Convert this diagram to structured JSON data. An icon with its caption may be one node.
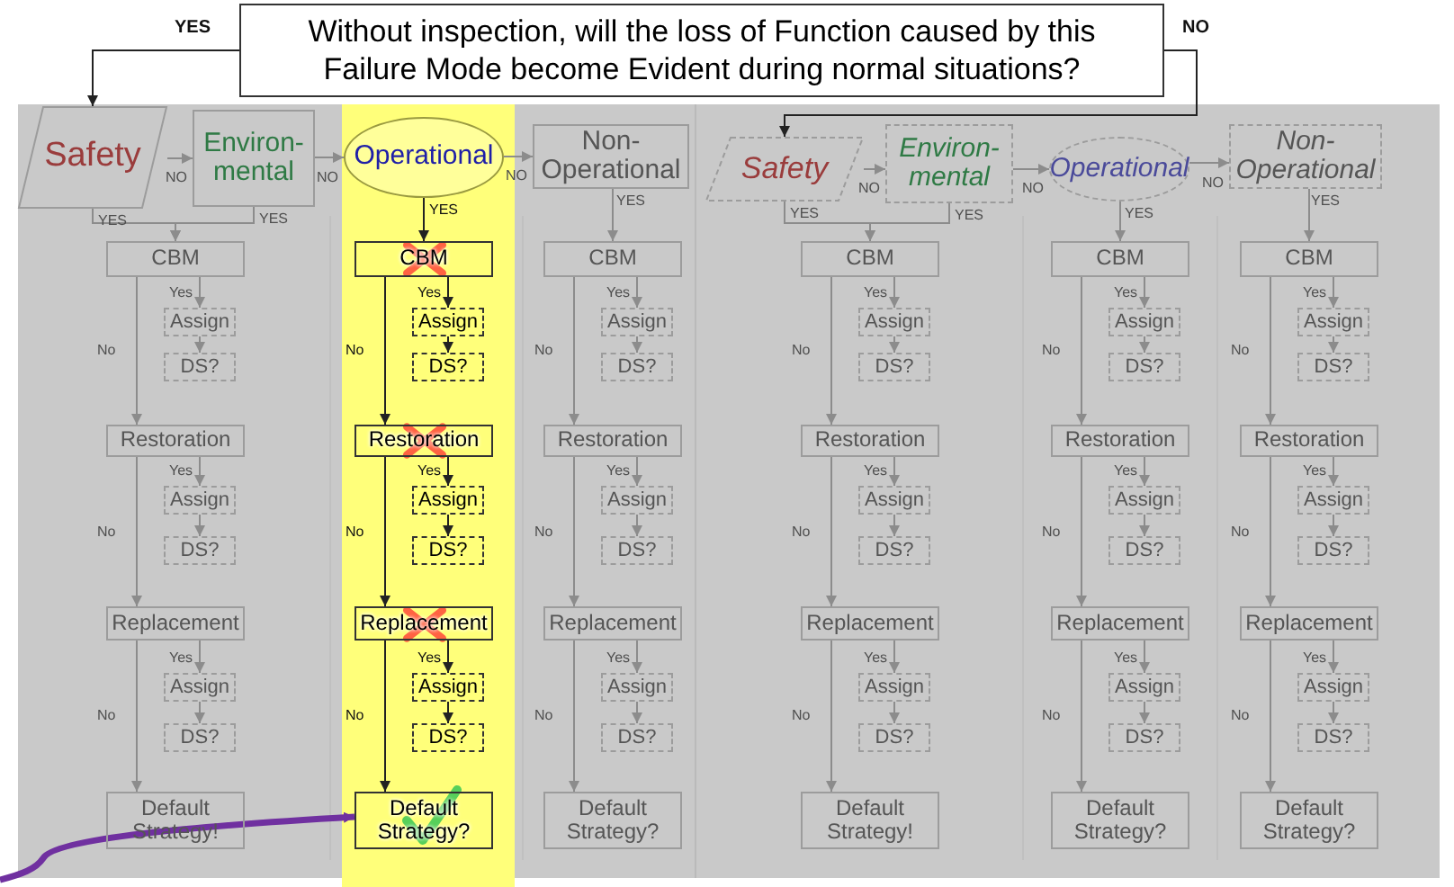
{
  "diagram": {
    "nodes": [
      {
        "text": [
          "Without inspection, will the loss of Function caused by this Failure Mode become Evident during normal situations?"
        ]
      },
      {
        "text": [
          "Safety"
        ]
      },
      {
        "text": [
          "Environ- mental"
        ]
      },
      {
        "text": [
          "Operational"
        ]
      },
      {
        "text": [
          "Non- Operational"
        ]
      },
      {
        "text": [
          "Safety"
        ]
      },
      {
        "text": [
          "Environ- mental"
        ]
      },
      {
        "text": [
          "Operational"
        ]
      },
      {
        "text": [
          "Non- Operational"
        ]
      },
      {
        "text": [
          "CBM"
        ]
      },
      {
        "text": [
          "Assign"
        ]
      },
      {
        "text": [
          "DS?"
        ]
      },
      {
        "text": [
          "Restoration"
        ]
      },
      {
        "text": [
          "Assign"
        ]
      },
      {
        "text": [
          "DS?"
        ]
      },
      {
        "text": [
          "Replacement"
        ]
      },
      {
        "text": [
          "Assign"
        ]
      },
      {
        "text": [
          "DS?"
        ]
      },
      {
        "text": [
          "Default Strategy!"
        ]
      },
      {
        "text": [
          "CBM"
        ]
      },
      {
        "text": [
          "Assign"
        ]
      },
      {
        "text": [
          "DS?"
        ]
      },
      {
        "text": [
          "Restoration"
        ]
      },
      {
        "text": [
          "Assign"
        ]
      },
      {
        "text": [
          "DS?"
        ]
      },
      {
        "text": [
          "Replacement"
        ]
      },
      {
        "text": [
          "Assign"
        ]
      },
      {
        "text": [
          "DS?"
        ]
      },
      {
        "text": [
          "Default Strategy?"
        ]
      },
      {
        "text": [
          "CBM"
        ]
      },
      {
        "text": [
          "Assign"
        ]
      },
      {
        "text": [
          "DS?"
        ]
      },
      {
        "text": [
          "Restoration"
        ]
      },
      {
        "text": [
          "Assign"
        ]
      },
      {
        "text": [
          "DS?"
        ]
      },
      {
        "text": [
          "Replacement"
        ]
      },
      {
        "text": [
          "Assign"
        ]
      },
      {
        "text": [
          "DS?"
        ]
      },
      {
        "text": [
          "Default Strategy?"
        ]
      },
      {
        "text": [
          "CBM"
        ]
      },
      {
        "text": [
          "Assign"
        ]
      },
      {
        "text": [
          "DS?"
        ]
      },
      {
        "text": [
          "Restoration"
        ]
      },
      {
        "text": [
          "Assign"
        ]
      },
      {
        "text": [
          "DS?"
        ]
      },
      {
        "text": [
          "Replacement"
        ]
      },
      {
        "text": [
          "Assign"
        ]
      },
      {
        "text": [
          "DS?"
        ]
      },
      {
        "text": [
          "Default Strategy!"
        ]
      },
      {
        "text": [
          "CBM"
        ]
      },
      {
        "text": [
          "Assign"
        ]
      },
      {
        "text": [
          "DS?"
        ]
      },
      {
        "text": [
          "Restoration"
        ]
      },
      {
        "text": [
          "Assign"
        ]
      },
      {
        "text": [
          "DS?"
        ]
      },
      {
        "text": [
          "Replacement"
        ]
      },
      {
        "text": [
          "Assign"
        ]
      },
      {
        "text": [
          "DS?"
        ]
      },
      {
        "text": [
          "Default Strategy?"
        ]
      },
      {
        "text": [
          "CBM"
        ]
      },
      {
        "text": [
          "Assign"
        ]
      },
      {
        "text": [
          "DS?"
        ]
      },
      {
        "text": [
          "Restoration"
        ]
      },
      {
        "text": [
          "Assign"
        ]
      },
      {
        "text": [
          "DS?"
        ]
      },
      {
        "text": [
          "Replacement"
        ]
      },
      {
        "text": [
          "Assign"
        ]
      },
      {
        "text": [
          "DS?"
        ]
      },
      {
        "text": [
          "Default Strategy?"
        ]
      }
    ],
    "edges": [
      {
        "from": 0,
        "to": 1,
        "arrow": "to",
        "label": "YES",
        "color": "#222222"
      },
      {
        "from": 0,
        "to": 5,
        "arrow": "to",
        "label": "NO",
        "color": "#222222"
      },
      {
        "from": 1,
        "to": 2,
        "arrow": "to",
        "label": "NO"
      },
      {
        "from": 2,
        "to": 3,
        "arrow": "to",
        "label": "NO"
      },
      {
        "from": 3,
        "to": 4,
        "arrow": "to",
        "label": "NO"
      },
      {
        "from": 5,
        "to": 6,
        "arrow": "to",
        "label": "NO"
      },
      {
        "from": 6,
        "to": 7,
        "arrow": "to",
        "label": "NO"
      },
      {
        "from": 7,
        "to": 8,
        "arrow": "to",
        "label": "NO"
      },
      {
        "from": 1,
        "to": 9,
        "arrow": "to",
        "label": "YES"
      },
      {
        "from": 2,
        "to": 9,
        "arrow": "to",
        "label": "YES"
      },
      {
        "from": 3,
        "to": 19,
        "arrow": "to",
        "label": "YES",
        "color": "#222222"
      },
      {
        "from": 4,
        "to": 29,
        "arrow": "to",
        "label": "YES"
      },
      {
        "from": 5,
        "to": 39,
        "arrow": "to",
        "label": "YES"
      },
      {
        "from": 6,
        "to": 39,
        "arrow": "to",
        "label": "YES"
      },
      {
        "from": 7,
        "to": 49,
        "arrow": "to",
        "label": "YES"
      },
      {
        "from": 8,
        "to": 59,
        "arrow": "to",
        "label": "YES"
      },
      {
        "from": 9,
        "to": 10,
        "arrow": "to",
        "label": "Yes"
      },
      {
        "from": 10,
        "to": 11,
        "arrow": "to"
      },
      {
        "from": 9,
        "to": 12,
        "arrow": "to",
        "label": "No"
      },
      {
        "from": 12,
        "to": 13,
        "arrow": "to",
        "label": "Yes"
      },
      {
        "from": 13,
        "to": 14,
        "arrow": "to"
      },
      {
        "from": 12,
        "to": 15,
        "arrow": "to",
        "label": "No"
      },
      {
        "from": 15,
        "to": 16,
        "arrow": "to",
        "label": "Yes"
      },
      {
        "from": 16,
        "to": 17,
        "arrow": "to"
      },
      {
        "from": 15,
        "to": 18,
        "arrow": "to",
        "label": "No"
      },
      {
        "from": 19,
        "to": 20,
        "arrow": "to",
        "label": "Yes",
        "color": "#222222"
      },
      {
        "from": 20,
        "to": 21,
        "arrow": "to",
        "color": "#222222"
      },
      {
        "from": 19,
        "to": 22,
        "arrow": "to",
        "label": "No",
        "color": "#222222"
      },
      {
        "from": 22,
        "to": 23,
        "arrow": "to",
        "label": "Yes",
        "color": "#222222"
      },
      {
        "from": 23,
        "to": 24,
        "arrow": "to",
        "color": "#222222"
      },
      {
        "from": 22,
        "to": 25,
        "arrow": "to",
        "label": "No",
        "color": "#222222"
      },
      {
        "from": 25,
        "to": 26,
        "arrow": "to",
        "label": "Yes",
        "color": "#222222"
      },
      {
        "from": 26,
        "to": 27,
        "arrow": "to",
        "color": "#222222"
      },
      {
        "from": 25,
        "to": 28,
        "arrow": "to",
        "label": "No",
        "color": "#222222"
      },
      {
        "from": 29,
        "to": 30,
        "arrow": "to",
        "label": "Yes"
      },
      {
        "from": 30,
        "to": 31,
        "arrow": "to"
      },
      {
        "from": 29,
        "to": 32,
        "arrow": "to",
        "label": "No"
      },
      {
        "from": 32,
        "to": 33,
        "arrow": "to",
        "label": "Yes"
      },
      {
        "from": 33,
        "to": 34,
        "arrow": "to"
      },
      {
        "from": 32,
        "to": 35,
        "arrow": "to",
        "label": "No"
      },
      {
        "from": 35,
        "to": 36,
        "arrow": "to",
        "label": "Yes"
      },
      {
        "from": 36,
        "to": 37,
        "arrow": "to"
      },
      {
        "from": 35,
        "to": 38,
        "arrow": "to",
        "label": "No"
      },
      {
        "from": 39,
        "to": 40,
        "arrow": "to",
        "label": "Yes"
      },
      {
        "from": 40,
        "to": 41,
        "arrow": "to"
      },
      {
        "from": 39,
        "to": 42,
        "arrow": "to",
        "label": "No"
      },
      {
        "from": 42,
        "to": 43,
        "arrow": "to",
        "label": "Yes"
      },
      {
        "from": 43,
        "to": 44,
        "arrow": "to"
      },
      {
        "from": 42,
        "to": 45,
        "arrow": "to",
        "label": "No"
      },
      {
        "from": 45,
        "to": 46,
        "arrow": "to",
        "label": "Yes"
      },
      {
        "from": 46,
        "to": 47,
        "arrow": "to"
      },
      {
        "from": 45,
        "to": 48,
        "arrow": "to",
        "label": "No"
      },
      {
        "from": 49,
        "to": 50,
        "arrow": "to",
        "label": "Yes"
      },
      {
        "from": 50,
        "to": 51,
        "arrow": "to"
      },
      {
        "from": 49,
        "to": 52,
        "arrow": "to",
        "label": "No"
      },
      {
        "from": 52,
        "to": 53,
        "arrow": "to",
        "label": "Yes"
      },
      {
        "from": 53,
        "to": 54,
        "arrow": "to"
      },
      {
        "from": 52,
        "to": 55,
        "arrow": "to",
        "label": "No"
      },
      {
        "from": 55,
        "to": 56,
        "arrow": "to",
        "label": "Yes"
      },
      {
        "from": 56,
        "to": 57,
        "arrow": "to"
      },
      {
        "from": 55,
        "to": 58,
        "arrow": "to",
        "label": "No"
      },
      {
        "from": 59,
        "to": 60,
        "arrow": "to",
        "label": "Yes"
      },
      {
        "from": 60,
        "to": 61,
        "arrow": "to"
      },
      {
        "from": 59,
        "to": 62,
        "arrow": "to",
        "label": "No"
      },
      {
        "from": 62,
        "to": 63,
        "arrow": "to",
        "label": "Yes"
      },
      {
        "from": 63,
        "to": 64,
        "arrow": "to"
      },
      {
        "from": 62,
        "to": 65,
        "arrow": "to",
        "label": "No"
      },
      {
        "from": 65,
        "to": 66,
        "arrow": "to",
        "label": "Yes"
      },
      {
        "from": 66,
        "to": 67,
        "arrow": "to"
      },
      {
        "from": 65,
        "to": 68,
        "arrow": "to",
        "label": "No"
      },
      {
        "from": null,
        "to": 28,
        "arrow": "to",
        "style": "thick",
        "color": "#7030a0"
      }
    ]
  }
}
